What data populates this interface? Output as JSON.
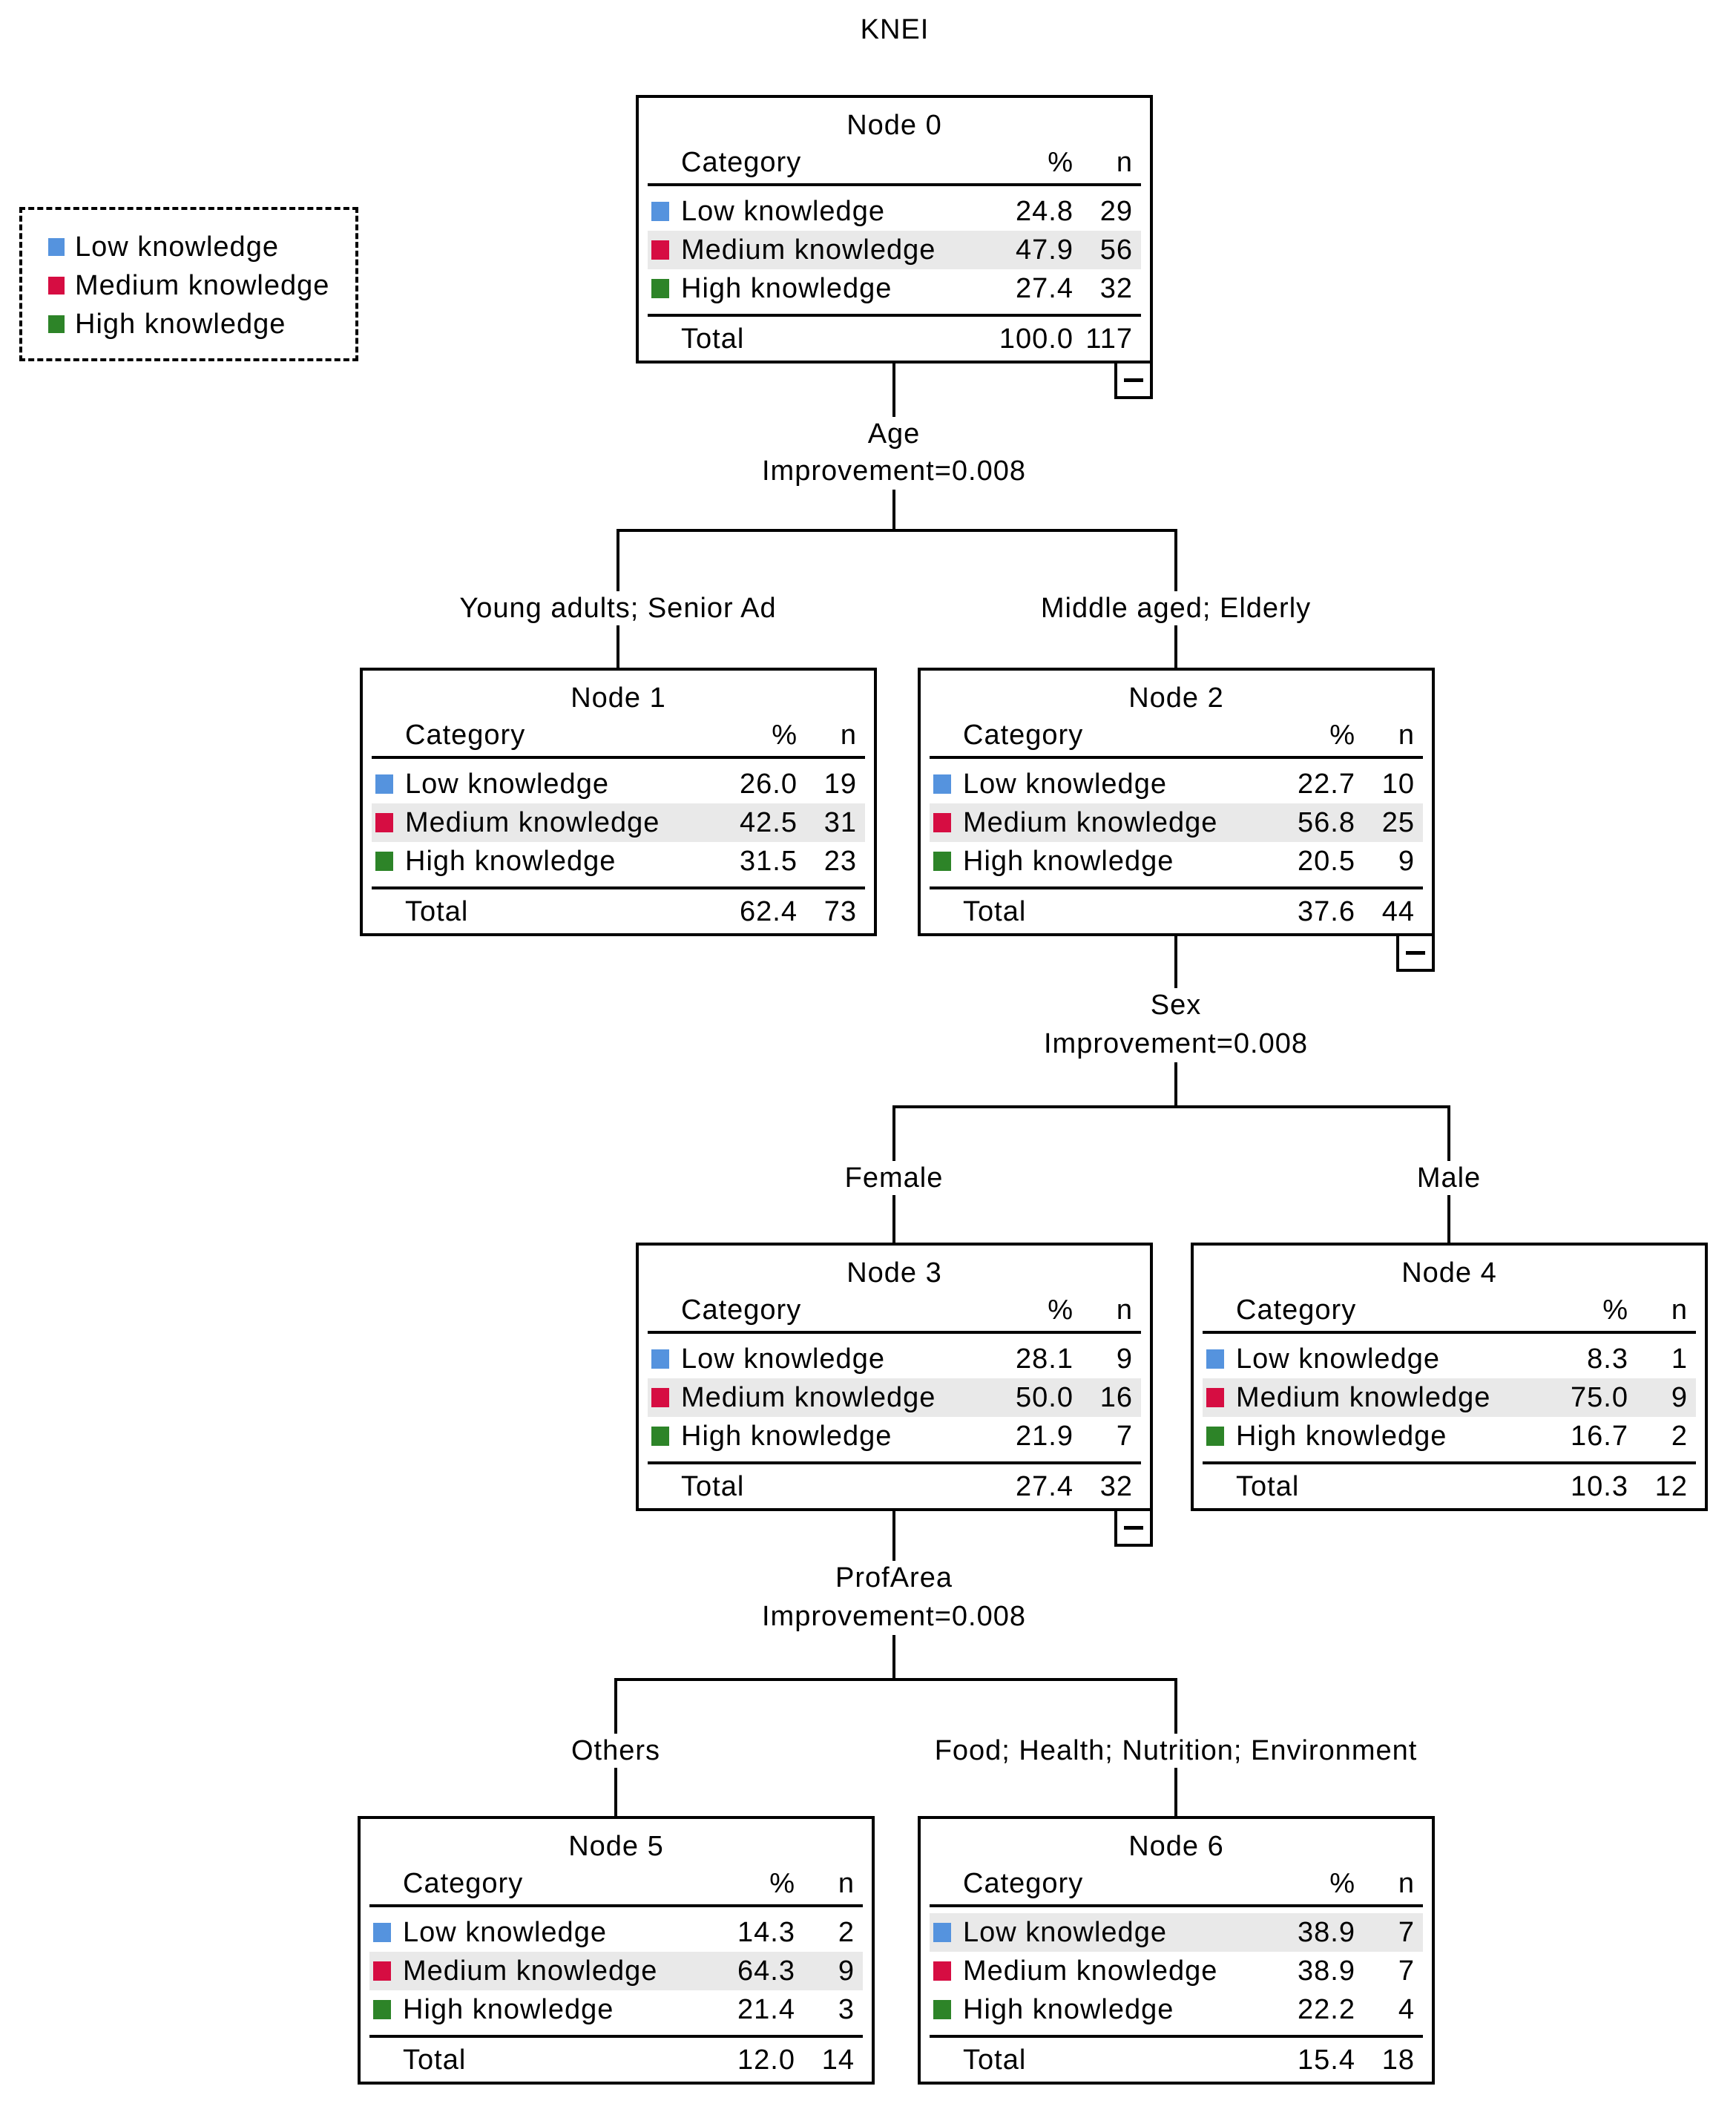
{
  "page_title": "KNEI",
  "colors": {
    "low_knowledge": "#5593DE",
    "medium_knowledge": "#D60D42",
    "high_knowledge": "#2D8428",
    "highlight_row": "#E9E9E9",
    "lines": "#000000"
  },
  "legend": {
    "items": [
      {
        "label": "Low knowledge",
        "color": "low_knowledge"
      },
      {
        "label": "Medium knowledge",
        "color": "medium_knowledge"
      },
      {
        "label": "High knowledge",
        "color": "high_knowledge"
      }
    ]
  },
  "table": {
    "category_header": "Category",
    "pct_header": "%",
    "n_header": "n",
    "total_label": "Total"
  },
  "splits": [
    {
      "variable": "Age",
      "improvement": "Improvement=0.008",
      "left_branch": "Young adults; Senior Ad",
      "right_branch": "Middle aged; Elderly"
    },
    {
      "variable": "Sex",
      "improvement": "Improvement=0.008",
      "left_branch": "Female",
      "right_branch": "Male"
    },
    {
      "variable": "ProfArea",
      "improvement": "Improvement=0.008",
      "left_branch": "Others",
      "right_branch": "Food; Health; Nutrition; Environment"
    }
  ],
  "nodes": [
    {
      "title": "Node 0",
      "rows": [
        {
          "category": "Low knowledge",
          "color": "low",
          "pct": "24.8",
          "n": "29",
          "highlight": false
        },
        {
          "category": "Medium knowledge",
          "color": "medium",
          "pct": "47.9",
          "n": "56",
          "highlight": true
        },
        {
          "category": "High knowledge",
          "color": "high",
          "pct": "27.4",
          "n": "32",
          "highlight": false
        }
      ],
      "total_pct": "100.0",
      "total_n": "117",
      "collapse_control": true
    },
    {
      "title": "Node 1",
      "rows": [
        {
          "category": "Low knowledge",
          "color": "low",
          "pct": "26.0",
          "n": "19",
          "highlight": false
        },
        {
          "category": "Medium knowledge",
          "color": "medium",
          "pct": "42.5",
          "n": "31",
          "highlight": true
        },
        {
          "category": "High knowledge",
          "color": "high",
          "pct": "31.5",
          "n": "23",
          "highlight": false
        }
      ],
      "total_pct": "62.4",
      "total_n": "73",
      "collapse_control": false
    },
    {
      "title": "Node 2",
      "rows": [
        {
          "category": "Low knowledge",
          "color": "low",
          "pct": "22.7",
          "n": "10",
          "highlight": false
        },
        {
          "category": "Medium knowledge",
          "color": "medium",
          "pct": "56.8",
          "n": "25",
          "highlight": true
        },
        {
          "category": "High knowledge",
          "color": "high",
          "pct": "20.5",
          "n": "9",
          "highlight": false
        }
      ],
      "total_pct": "37.6",
      "total_n": "44",
      "collapse_control": true
    },
    {
      "title": "Node 3",
      "rows": [
        {
          "category": "Low knowledge",
          "color": "low",
          "pct": "28.1",
          "n": "9",
          "highlight": false
        },
        {
          "category": "Medium knowledge",
          "color": "medium",
          "pct": "50.0",
          "n": "16",
          "highlight": true
        },
        {
          "category": "High knowledge",
          "color": "high",
          "pct": "21.9",
          "n": "7",
          "highlight": false
        }
      ],
      "total_pct": "27.4",
      "total_n": "32",
      "collapse_control": true
    },
    {
      "title": "Node 4",
      "rows": [
        {
          "category": "Low knowledge",
          "color": "low",
          "pct": "8.3",
          "n": "1",
          "highlight": false
        },
        {
          "category": "Medium knowledge",
          "color": "medium",
          "pct": "75.0",
          "n": "9",
          "highlight": true
        },
        {
          "category": "High knowledge",
          "color": "high",
          "pct": "16.7",
          "n": "2",
          "highlight": false
        }
      ],
      "total_pct": "10.3",
      "total_n": "12",
      "collapse_control": false
    },
    {
      "title": "Node 5",
      "rows": [
        {
          "category": "Low knowledge",
          "color": "low",
          "pct": "14.3",
          "n": "2",
          "highlight": false
        },
        {
          "category": "Medium knowledge",
          "color": "medium",
          "pct": "64.3",
          "n": "9",
          "highlight": true
        },
        {
          "category": "High knowledge",
          "color": "high",
          "pct": "21.4",
          "n": "3",
          "highlight": false
        }
      ],
      "total_pct": "12.0",
      "total_n": "14",
      "collapse_control": false
    },
    {
      "title": "Node 6",
      "rows": [
        {
          "category": "Low knowledge",
          "color": "low",
          "pct": "38.9",
          "n": "7",
          "highlight": true
        },
        {
          "category": "Medium knowledge",
          "color": "medium",
          "pct": "38.9",
          "n": "7",
          "highlight": false
        },
        {
          "category": "High knowledge",
          "color": "high",
          "pct": "22.2",
          "n": "4",
          "highlight": false
        }
      ],
      "total_pct": "15.4",
      "total_n": "18",
      "collapse_control": false
    }
  ]
}
